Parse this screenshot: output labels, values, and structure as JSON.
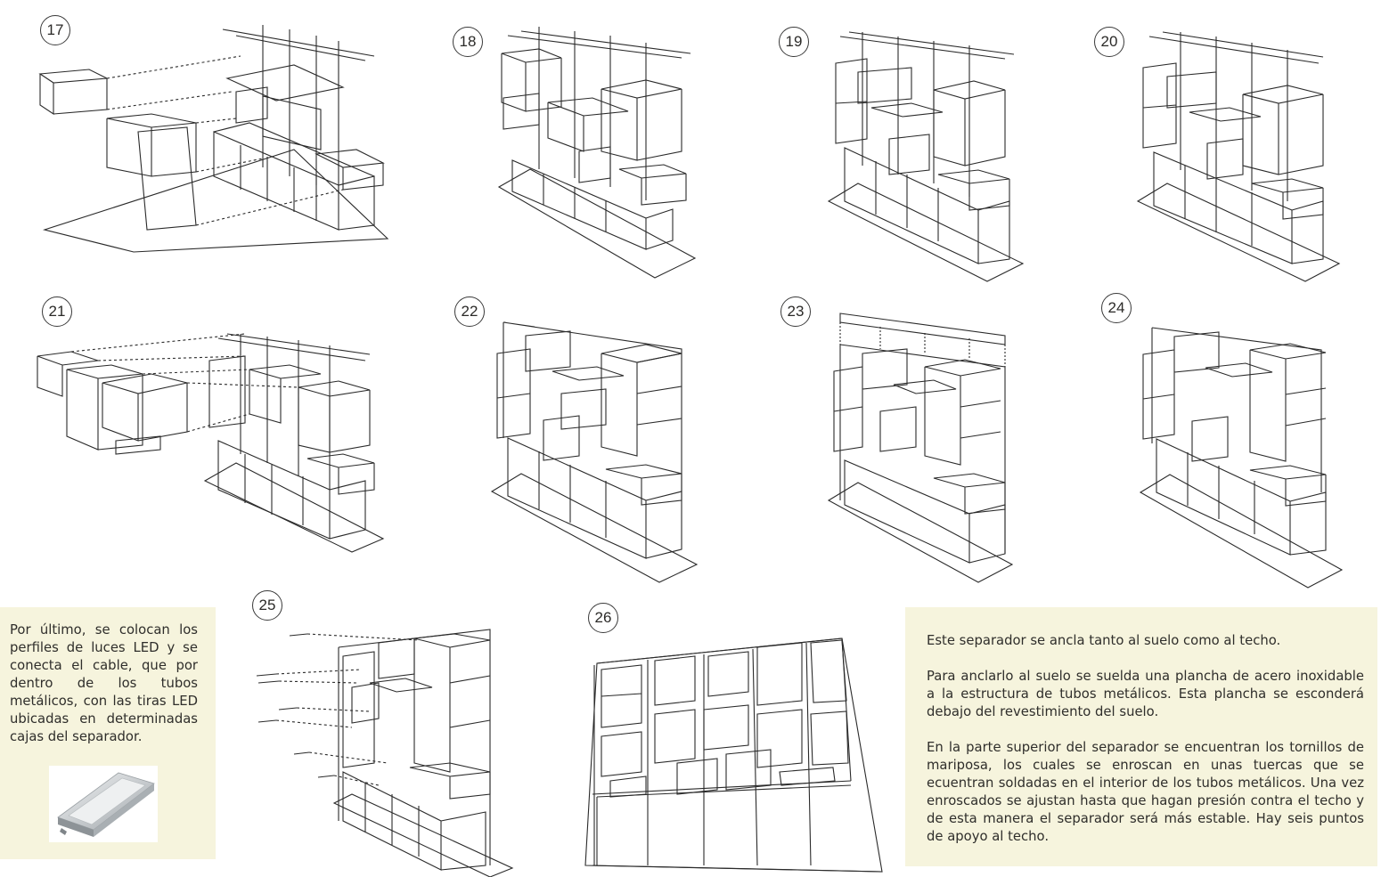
{
  "steps": {
    "s17": "17",
    "s18": "18",
    "s19": "19",
    "s20": "20",
    "s21": "21",
    "s22": "22",
    "s23": "23",
    "s24": "24",
    "s25": "25",
    "s26": "26"
  },
  "left_note": {
    "text": "Por último, se colocan los perfiles de luces LED y se conecta el cable, que por dentro de los tubos metálicos, con las tiras LED ubicadas en determinadas cajas del separador."
  },
  "right_note": {
    "p1": "Este separador se ancla tanto al suelo como al techo.",
    "p2": "Para anclarlo al suelo se suelda una plancha de acero inoxidable a la estructura de tubos  metálicos. Esta plancha se esconderá debajo del revestimiento del suelo.",
    "p3": "En la parte superior del separador se encuentran los tornillos de mariposa, los cuales se enroscan en unas tuercas que se ecuentran soldadas en el interior de los tubos metálicos. Una vez enroscados se ajustan hasta que hagan presión contra el techo y de esta manera el separador será más estable. Hay seis puntos de apoyo al techo."
  },
  "colors": {
    "panel_bg": "#f6f4dd",
    "line": "#2a2a2a",
    "text": "#2b2a28"
  },
  "icons": {
    "led_profile": "led-aluminium-profile-photo"
  }
}
